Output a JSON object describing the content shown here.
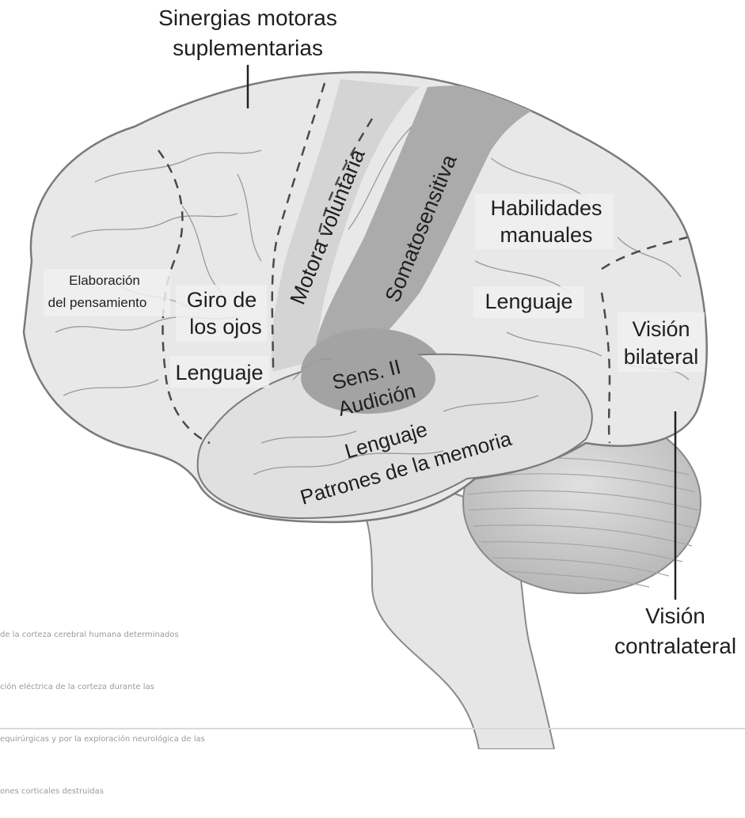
{
  "title": "",
  "labels": {
    "sinergias": [
      "Sinergias motoras",
      "suplementarias"
    ],
    "motora": "Motora voluntaria",
    "somato": "Somatosensitiva",
    "elaboracion": [
      "Elaboración",
      "del pensamiento"
    ],
    "giro": [
      "Giro de",
      "los ojos"
    ],
    "lenguaje_frontal": "Lenguaje",
    "habilidades": [
      "Habilidades",
      "manuales"
    ],
    "lenguaje_parietal": "Lenguaje",
    "vision_bilateral": [
      "Visión",
      "bilateral"
    ],
    "sens_audicion": [
      "Sens. II",
      "Audición"
    ],
    "lenguaje_temporal": "Lenguaje",
    "patrones": "Patrones de la memoria",
    "vision_contralateral": [
      "Visión",
      "contralateral"
    ]
  },
  "caption": [
    "de la corteza cerebral humana determinados",
    "ción eléctrica de la corteza durante las",
    "equirúrgicas y por la exploración neurológica de las",
    "ones corticales destruidas"
  ],
  "colors": {
    "brain_fill": "#e8e8e8",
    "brain_stroke": "#7a7a7a",
    "motor_strip": "#c9c9c9",
    "somato_strip": "#a8a8a8",
    "auditory": "#9e9e9e",
    "cerebellum": "#cfcfcf"
  }
}
